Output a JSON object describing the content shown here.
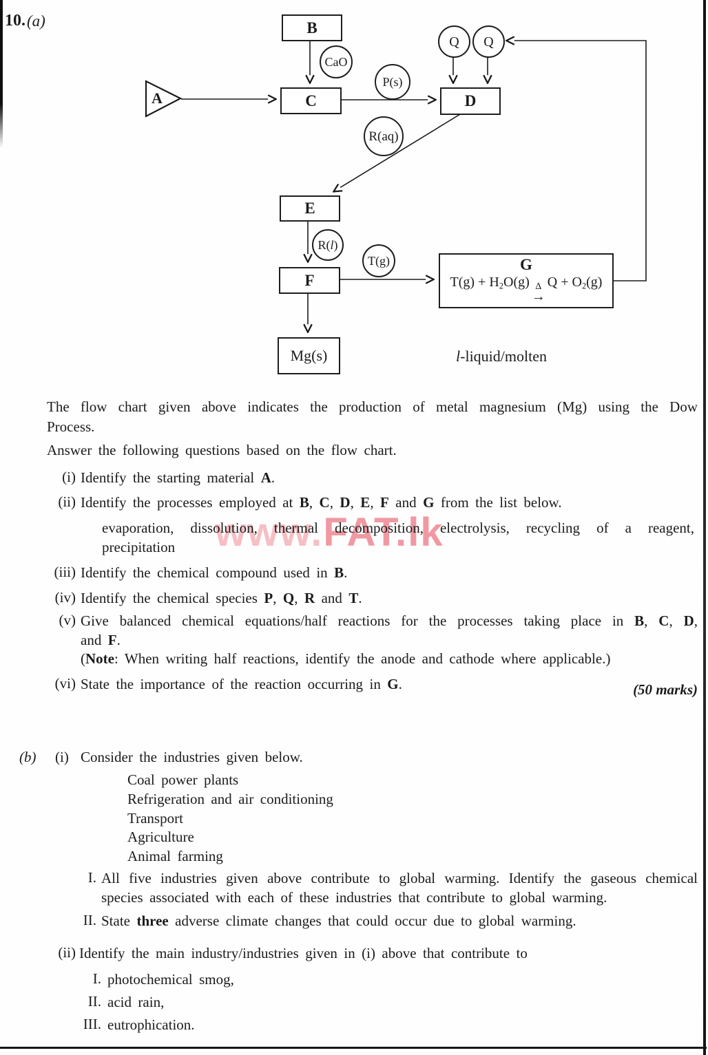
{
  "header": {
    "question_number": "10.",
    "part_label": "(a)"
  },
  "watermark": {
    "part1": "www.",
    "part2": "FAT.lk"
  },
  "diagram": {
    "box_b": "B",
    "box_c": "C",
    "box_d": "D",
    "box_e": "E",
    "box_f": "F",
    "box_mg": "Mg(s)",
    "box_g_title": "G",
    "equation": {
      "pre": "T(g) + H",
      "sub1": "2",
      "mid": "O(g)",
      "delta": "Δ",
      "arrow": "→",
      "post": "Q + O",
      "sub2": "2",
      "end": "(g)"
    },
    "circle_cao": "CaO",
    "circle_ps": "P(s)",
    "circle_raq": "R(aq)",
    "circle_rl": [
      {
        "t": "R("
      },
      {
        "t": "l",
        "i": 1
      },
      {
        "t": ")"
      }
    ],
    "circle_tg": "T(g)",
    "circle_q1": "Q",
    "circle_q2": "Q",
    "triangle_a": "A",
    "legend": [
      {
        "t": "l",
        "i": 1
      },
      {
        "t": "-liquid/molten"
      }
    ]
  },
  "intro": {
    "line1": "The flow chart given above indicates the production of metal magnesium (Mg) using the Dow",
    "line2": "Process.",
    "answer_line": "Answer the following questions based on the flow chart."
  },
  "part_a": {
    "q1": {
      "num": "(i)",
      "text": [
        {
          "t": "Identify the starting material "
        },
        {
          "t": "A",
          "b": 1
        },
        {
          "t": "."
        }
      ]
    },
    "q2": {
      "num": "(ii)",
      "text": [
        {
          "t": "Identify the processes employed at "
        },
        {
          "t": "B",
          "b": 1
        },
        {
          "t": ", "
        },
        {
          "t": "C",
          "b": 1
        },
        {
          "t": ", "
        },
        {
          "t": "D",
          "b": 1
        },
        {
          "t": ", "
        },
        {
          "t": "E",
          "b": 1
        },
        {
          "t": ", "
        },
        {
          "t": "F",
          "b": 1
        },
        {
          "t": " and "
        },
        {
          "t": "G",
          "b": 1
        },
        {
          "t": " from the list below."
        }
      ],
      "list_line1": "evaporation, dissolution, thermal decomposition, electrolysis, recycling of a reagent,",
      "list_line2": "precipitation"
    },
    "q3": {
      "num": "(iii)",
      "text": [
        {
          "t": "Identify the chemical compound used in "
        },
        {
          "t": "B",
          "b": 1
        },
        {
          "t": "."
        }
      ]
    },
    "q4": {
      "num": "(iv)",
      "text": [
        {
          "t": "Identify the chemical species "
        },
        {
          "t": "P",
          "b": 1
        },
        {
          "t": ", "
        },
        {
          "t": "Q",
          "b": 1
        },
        {
          "t": ", "
        },
        {
          "t": "R",
          "b": 1
        },
        {
          "t": " and "
        },
        {
          "t": "T",
          "b": 1
        },
        {
          "t": "."
        }
      ]
    },
    "q5": {
      "num": "(v)",
      "line1": [
        {
          "t": "Give balanced chemical equations/half reactions for the processes taking place in "
        },
        {
          "t": "B",
          "b": 1
        },
        {
          "t": ", "
        },
        {
          "t": "C",
          "b": 1
        },
        {
          "t": ", "
        },
        {
          "t": "D",
          "b": 1
        },
        {
          "t": ","
        }
      ],
      "line2": [
        {
          "t": "and "
        },
        {
          "t": "F",
          "b": 1
        },
        {
          "t": "."
        }
      ],
      "note": [
        {
          "t": "("
        },
        {
          "t": "Note",
          "b": 1
        },
        {
          "t": ": When writing half reactions, identify the anode and cathode where applicable.)"
        }
      ]
    },
    "q6": {
      "num": "(vi)",
      "text": [
        {
          "t": "State the importance of the reaction occurring in "
        },
        {
          "t": "G",
          "b": 1
        },
        {
          "t": "."
        }
      ]
    },
    "marks": [
      {
        "t": "(50 ",
        "b": 1
      },
      {
        "t": "marks",
        "b": 1,
        "i": 1
      },
      {
        "t": ")",
        "b": 1
      }
    ]
  },
  "part_b": {
    "part_label": "(b)",
    "q1_num": "(i)",
    "q1_text": "Consider the industries given below.",
    "industries": [
      "Coal power plants",
      "Refrigeration and air conditioning",
      "Transport",
      "Agriculture",
      "Animal farming"
    ],
    "item1": {
      "num": "I.",
      "line1": "All five industries given above contribute to global warming. Identify the gaseous chemical",
      "line2": "species associated with each of these industries that contribute to global warming."
    },
    "item2": {
      "num": "II.",
      "text": [
        {
          "t": "State "
        },
        {
          "t": "three",
          "b": 1
        },
        {
          "t": " adverse climate changes that could occur due to global warming."
        }
      ]
    },
    "q2": {
      "num": "(ii)",
      "text": "Identify the main industry/industries given in (i) above that contribute to"
    },
    "q2_sub": [
      {
        "num": "I.",
        "text": "photochemical smog,"
      },
      {
        "num": "II.",
        "text": "acid rain,"
      },
      {
        "num": "III.",
        "text": "eutrophication."
      }
    ]
  }
}
